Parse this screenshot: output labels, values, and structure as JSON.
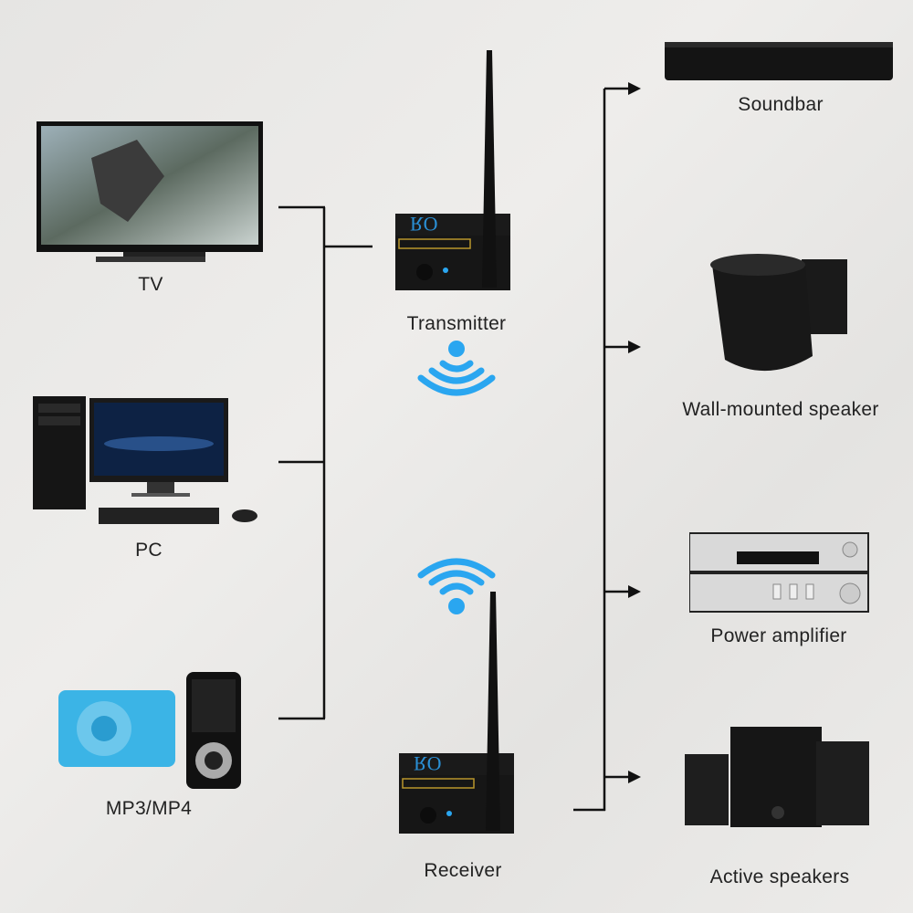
{
  "sources": [
    {
      "label": "TV",
      "icon": "tv-icon"
    },
    {
      "label": "PC",
      "icon": "desktop-pc-icon"
    },
    {
      "label": "MP3/MP4",
      "icon": "mp3-player-icon"
    }
  ],
  "devices": {
    "transmitter": {
      "label": "Transmitter",
      "badge": "RO"
    },
    "receiver": {
      "label": "Receiver",
      "badge": "RO"
    }
  },
  "outputs": [
    {
      "label": "Soundbar",
      "icon": "soundbar-icon"
    },
    {
      "label": "Wall-mounted speaker",
      "icon": "wall-speaker-icon"
    },
    {
      "label": "Power amplifier",
      "icon": "amplifier-icon"
    },
    {
      "label": "Active speakers",
      "icon": "active-speakers-icon"
    }
  ],
  "colors": {
    "line": "#111111",
    "wifi": "#2aa6f0",
    "mp3": "#3bb4e6"
  }
}
